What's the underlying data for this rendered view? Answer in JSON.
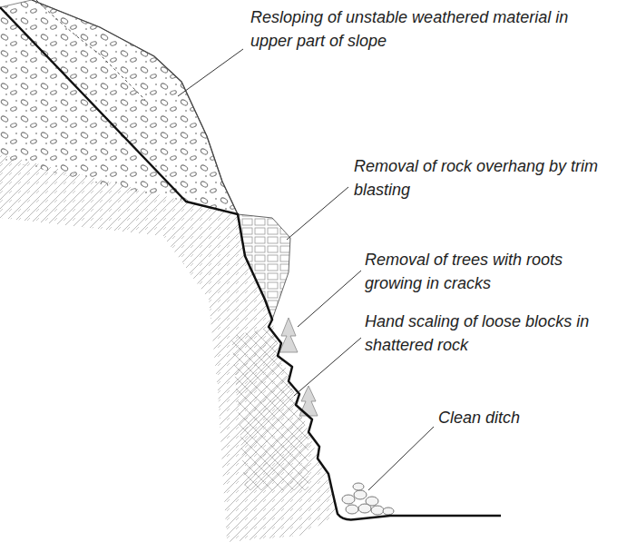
{
  "diagram": {
    "labels": [
      "Resloping of unstable weathered material in upper part of slope",
      "Removal of rock overhang by trim blasting",
      "Removal of trees with roots growing in cracks",
      "Hand scaling of loose blocks in shattered rock",
      "Clean ditch"
    ]
  }
}
